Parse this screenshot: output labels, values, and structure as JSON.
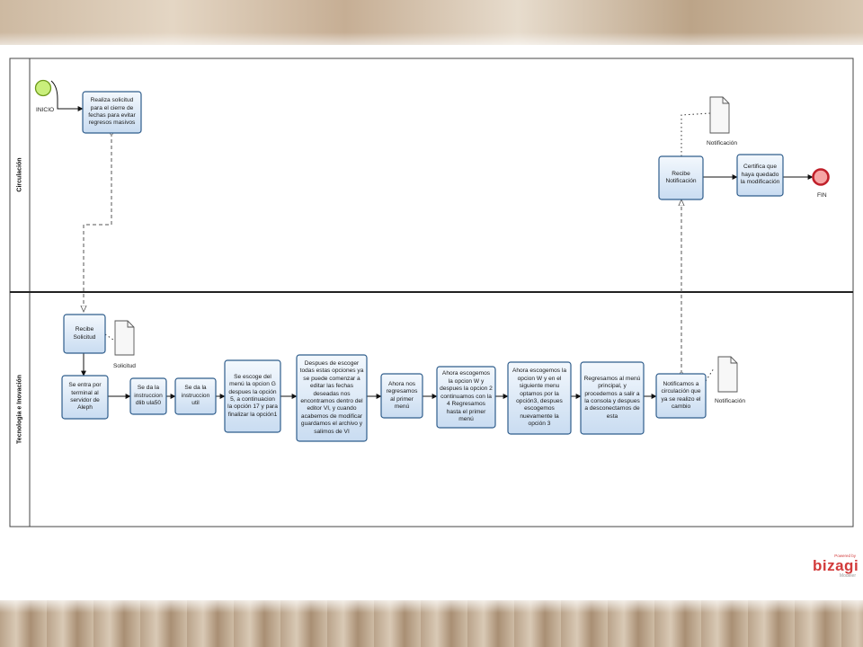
{
  "lanes": {
    "top": "Circulación",
    "bottom": "Tecnologia e Inovación"
  },
  "events": {
    "start": "INICIO",
    "end": "FIN"
  },
  "tasks": {
    "t1": "Realiza solicitud para el cierre de fechas para evitar regresos masivos",
    "t2": "Recibe Solicitud",
    "t3": "Se entra por terminal al servidor de Aleph",
    "t4": "Se da la instruccion dlib ula50",
    "t5": "Se da la instruccion util",
    "t6": "Se escoge del menú la opcion G despues la opción 5, a continuacion la opción 17 y para finalizar la opción1",
    "t7": "Despues de escoger todas estas opciones ya se puede comenzar a editar las fechas deseadas nos encontramos dentro del editor VI, y cuando acabemos de modificar guardamos el archivo y salimos de VI",
    "t8": "Ahora nos regresamos al primer menú",
    "t9": "Ahora escogemos la opcion W y despues la opcion 2 continuamos con la 4 Regresamos hasta el primer menú",
    "t10": "Ahora escogemos la opcion W y en el siguiente menu optamos por la opción3, despues escogemos nuevamente la opción 3",
    "t11": "Regresamos al menú principal, y procedemos a salir a la consola y despues a desconectarnos de esta",
    "t12": "Notificamos a circulación que ya se realizo el cambio",
    "t13": "Recibe Notificación",
    "t14": "Certifica que haya quedado la modificación"
  },
  "documents": {
    "d1": "Solicitud",
    "d2": "Notificación",
    "d3": "Notificación"
  },
  "logo": {
    "powered": "Powered by",
    "brand": "bizagi",
    "modeler": "Modeler"
  },
  "colors": {
    "task_fill": "#dce9f7",
    "task_stroke": "#2f5d8c",
    "start_fill": "#c9ef7c",
    "end_fill": "#f6a5a5",
    "end_stroke": "#c0202a"
  }
}
